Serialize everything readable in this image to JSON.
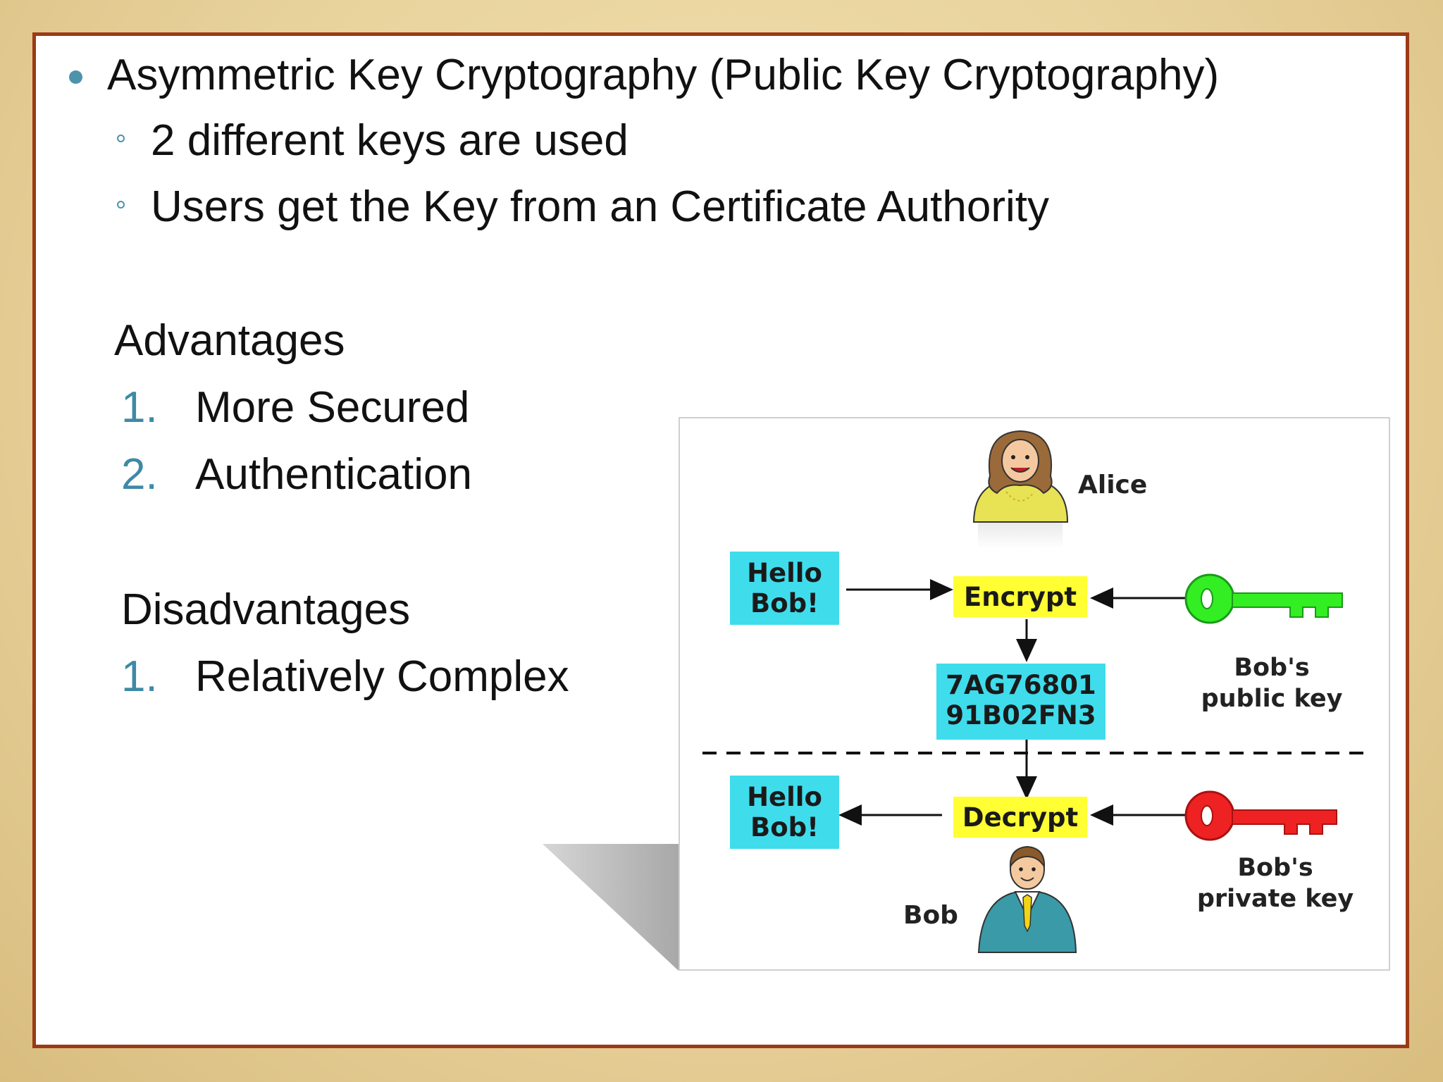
{
  "slide": {
    "title": "Asymmetric Key Cryptography (Public Key Cryptography)",
    "sub_bullets": [
      "2 different keys are used",
      "Users get the Key from an Certificate Authority"
    ],
    "advantages": {
      "heading": "Advantages",
      "items": [
        {
          "num": "1.",
          "text": "More Secured"
        },
        {
          "num": "2.",
          "text": "Authentication"
        }
      ]
    },
    "disadvantages": {
      "heading": "Disadvantages",
      "items": [
        {
          "num": "1.",
          "text": "Relatively Complex"
        }
      ]
    }
  },
  "diagram": {
    "alice_label": "Alice",
    "bob_label": "Bob",
    "plaintext_top": [
      "Hello",
      "Bob!"
    ],
    "plaintext_bottom": [
      "Hello",
      "Bob!"
    ],
    "encrypt_label": "Encrypt",
    "decrypt_label": "Decrypt",
    "ciphertext": [
      "7AG76801",
      "91B02FN3"
    ],
    "public_key_label": [
      "Bob's",
      "public key"
    ],
    "private_key_label": [
      "Bob's",
      "private key"
    ]
  },
  "colors": {
    "frame_border": "#9b3a17",
    "bullet_accent": "#4d93ac",
    "box_cyan": "#3fdcec",
    "box_yellow": "#ffff33",
    "public_key": "#33ee22",
    "private_key": "#ee2222"
  },
  "icons": [
    "alice-avatar-icon",
    "bob-avatar-icon",
    "public-key-icon",
    "private-key-icon"
  ]
}
